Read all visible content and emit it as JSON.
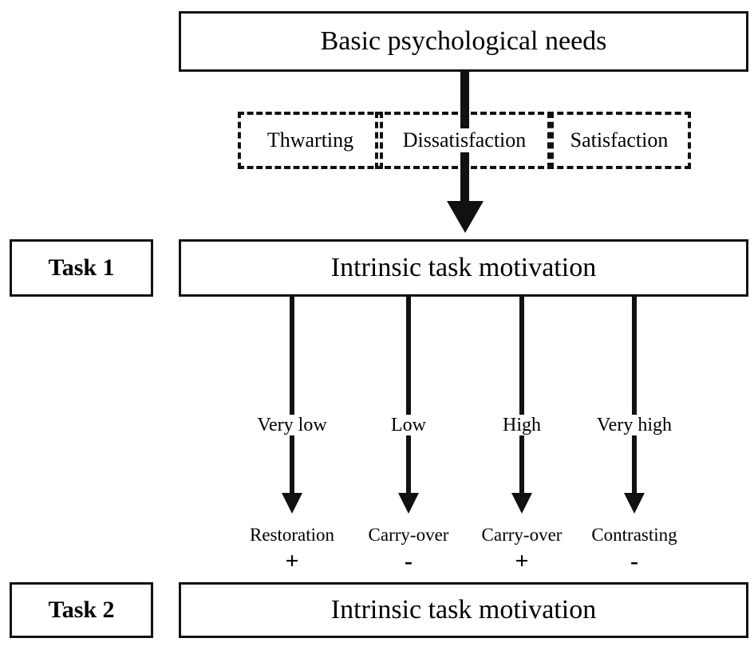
{
  "diagram": {
    "top_box": {
      "label": "Basic psychological needs"
    },
    "needs_states": [
      {
        "label": "Thwarting"
      },
      {
        "label": "Dissatisfaction"
      },
      {
        "label": "Satisfaction"
      }
    ],
    "task1": {
      "tag": "Task 1",
      "label": "Intrinsic task motivation"
    },
    "task2": {
      "tag": "Task 2",
      "label": "Intrinsic task motivation"
    },
    "branches": [
      {
        "level": "Very low",
        "outcome": "Restoration",
        "sign": "+"
      },
      {
        "level": "Low",
        "outcome": "Carry-over",
        "sign": "-"
      },
      {
        "level": "High",
        "outcome": "Carry-over",
        "sign": "+"
      },
      {
        "level": "Very high",
        "outcome": "Contrasting",
        "sign": "-"
      }
    ],
    "colors": {
      "line": "#111111",
      "background": "#ffffff",
      "text": "#000000"
    }
  }
}
